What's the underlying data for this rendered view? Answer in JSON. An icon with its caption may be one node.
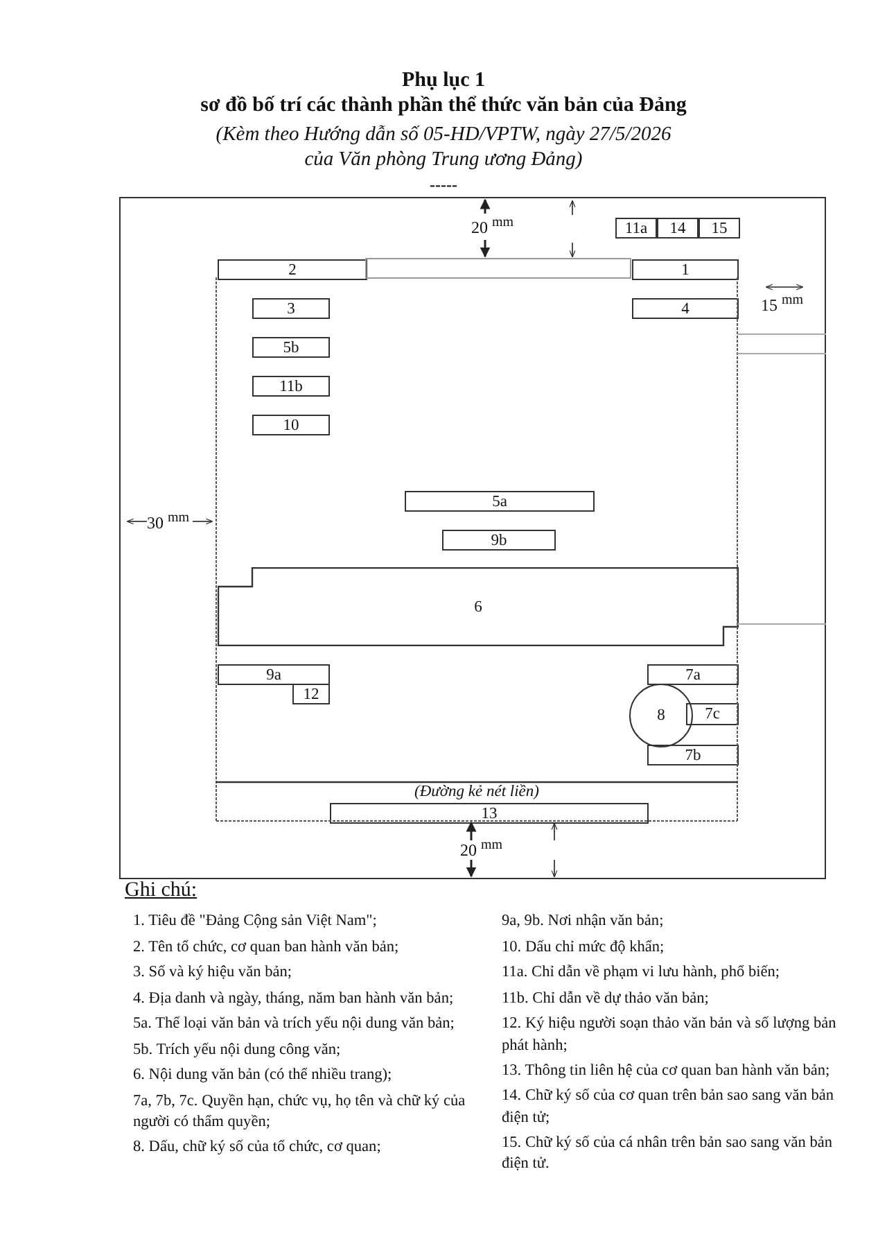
{
  "diagram": {
    "title": "Phụ lục 1",
    "nodes": [
      {
        "text": [],
        "shape": "box"
      },
      {
        "text": [
          "11a"
        ],
        "in": 0
      },
      {
        "text": [
          "14"
        ],
        "in": 0
      },
      {
        "text": [
          "15"
        ],
        "in": 0
      },
      {
        "text": [
          "2"
        ],
        "in": 0
      },
      {
        "text": [
          "1"
        ],
        "in": 0
      },
      {
        "text": [
          "3"
        ],
        "in": 0
      },
      {
        "text": [
          "4"
        ],
        "in": 0
      },
      {
        "text": [
          "5b"
        ],
        "in": 0
      },
      {
        "text": [
          "11b"
        ],
        "in": 0
      },
      {
        "text": [
          "10"
        ],
        "in": 0
      },
      {
        "text": [
          "5a"
        ],
        "in": 0
      },
      {
        "text": [
          "9b"
        ],
        "in": 0
      },
      {
        "text": [
          "6"
        ],
        "in": 0
      },
      {
        "text": [
          "9a"
        ],
        "in": 0
      },
      {
        "text": [
          "7a"
        ],
        "in": 0
      },
      {
        "text": [
          "12"
        ],
        "in": 0
      },
      {
        "text": [
          "8"
        ],
        "in": 0
      },
      {
        "text": [
          "7c"
        ],
        "in": 0
      },
      {
        "text": [
          "7b"
        ],
        "in": 0
      },
      {
        "text": [
          "13"
        ],
        "in": 0
      }
    ],
    "labels": [
      "sơ đồ bố trí các thành phần thể thức văn bản của Đảng",
      "(Kèm theo Hướng dẫn số 05-HD/VPTW, ngày 27/5/2026 của Văn phòng Trung ương Đảng)",
      "-----",
      "20 $^{mm}$",
      "15 $^{mm}$",
      "30 $^{mm}$",
      "(Đường kẻ nét liền)",
      "20 $^{mm}$",
      "Ghi chú:",
      "1. Tiêu đề \"Đảng Cộng sản Việt Nam\";",
      "2. Tên tổ chức, cơ quan ban hành văn bản;",
      "3. Số và ký hiệu văn bản;",
      "4. Địa danh và ngày, tháng, năm ban hành văn bản;",
      "5a. Thể loại văn bản và trích yếu nội dung văn bản;",
      "5b. Trích yếu nội dung công văn;",
      "6. Nội dung văn bản (có thể nhiều trang);",
      "7a, 7b, 7c. Quyền hạn, chức vụ, họ tên và chữ ký của người có thẩm quyền;",
      "8. Dấu, chữ ký số của tổ chức, cơ quan;",
      "9a, 9b. Nơi nhận văn bản;",
      "10. Dấu chỉ mức độ khẩn;",
      "11a. Chỉ dẫn về phạm vi lưu hành, phổ biến;",
      "11b. Chỉ dẫn về dự thảo văn bản;",
      "12. Ký hiệu người soạn thảo văn bản và số lượng bản phát hành;",
      "13. Thông tin liên hệ của cơ quan ban hành văn bản;",
      "14. Chữ ký số của cơ quan trên bản sao sang văn bản điện tử;",
      "15. Chữ ký số của cá nhân trên bản sao sang văn bản điện tử."
    ]
  }
}
